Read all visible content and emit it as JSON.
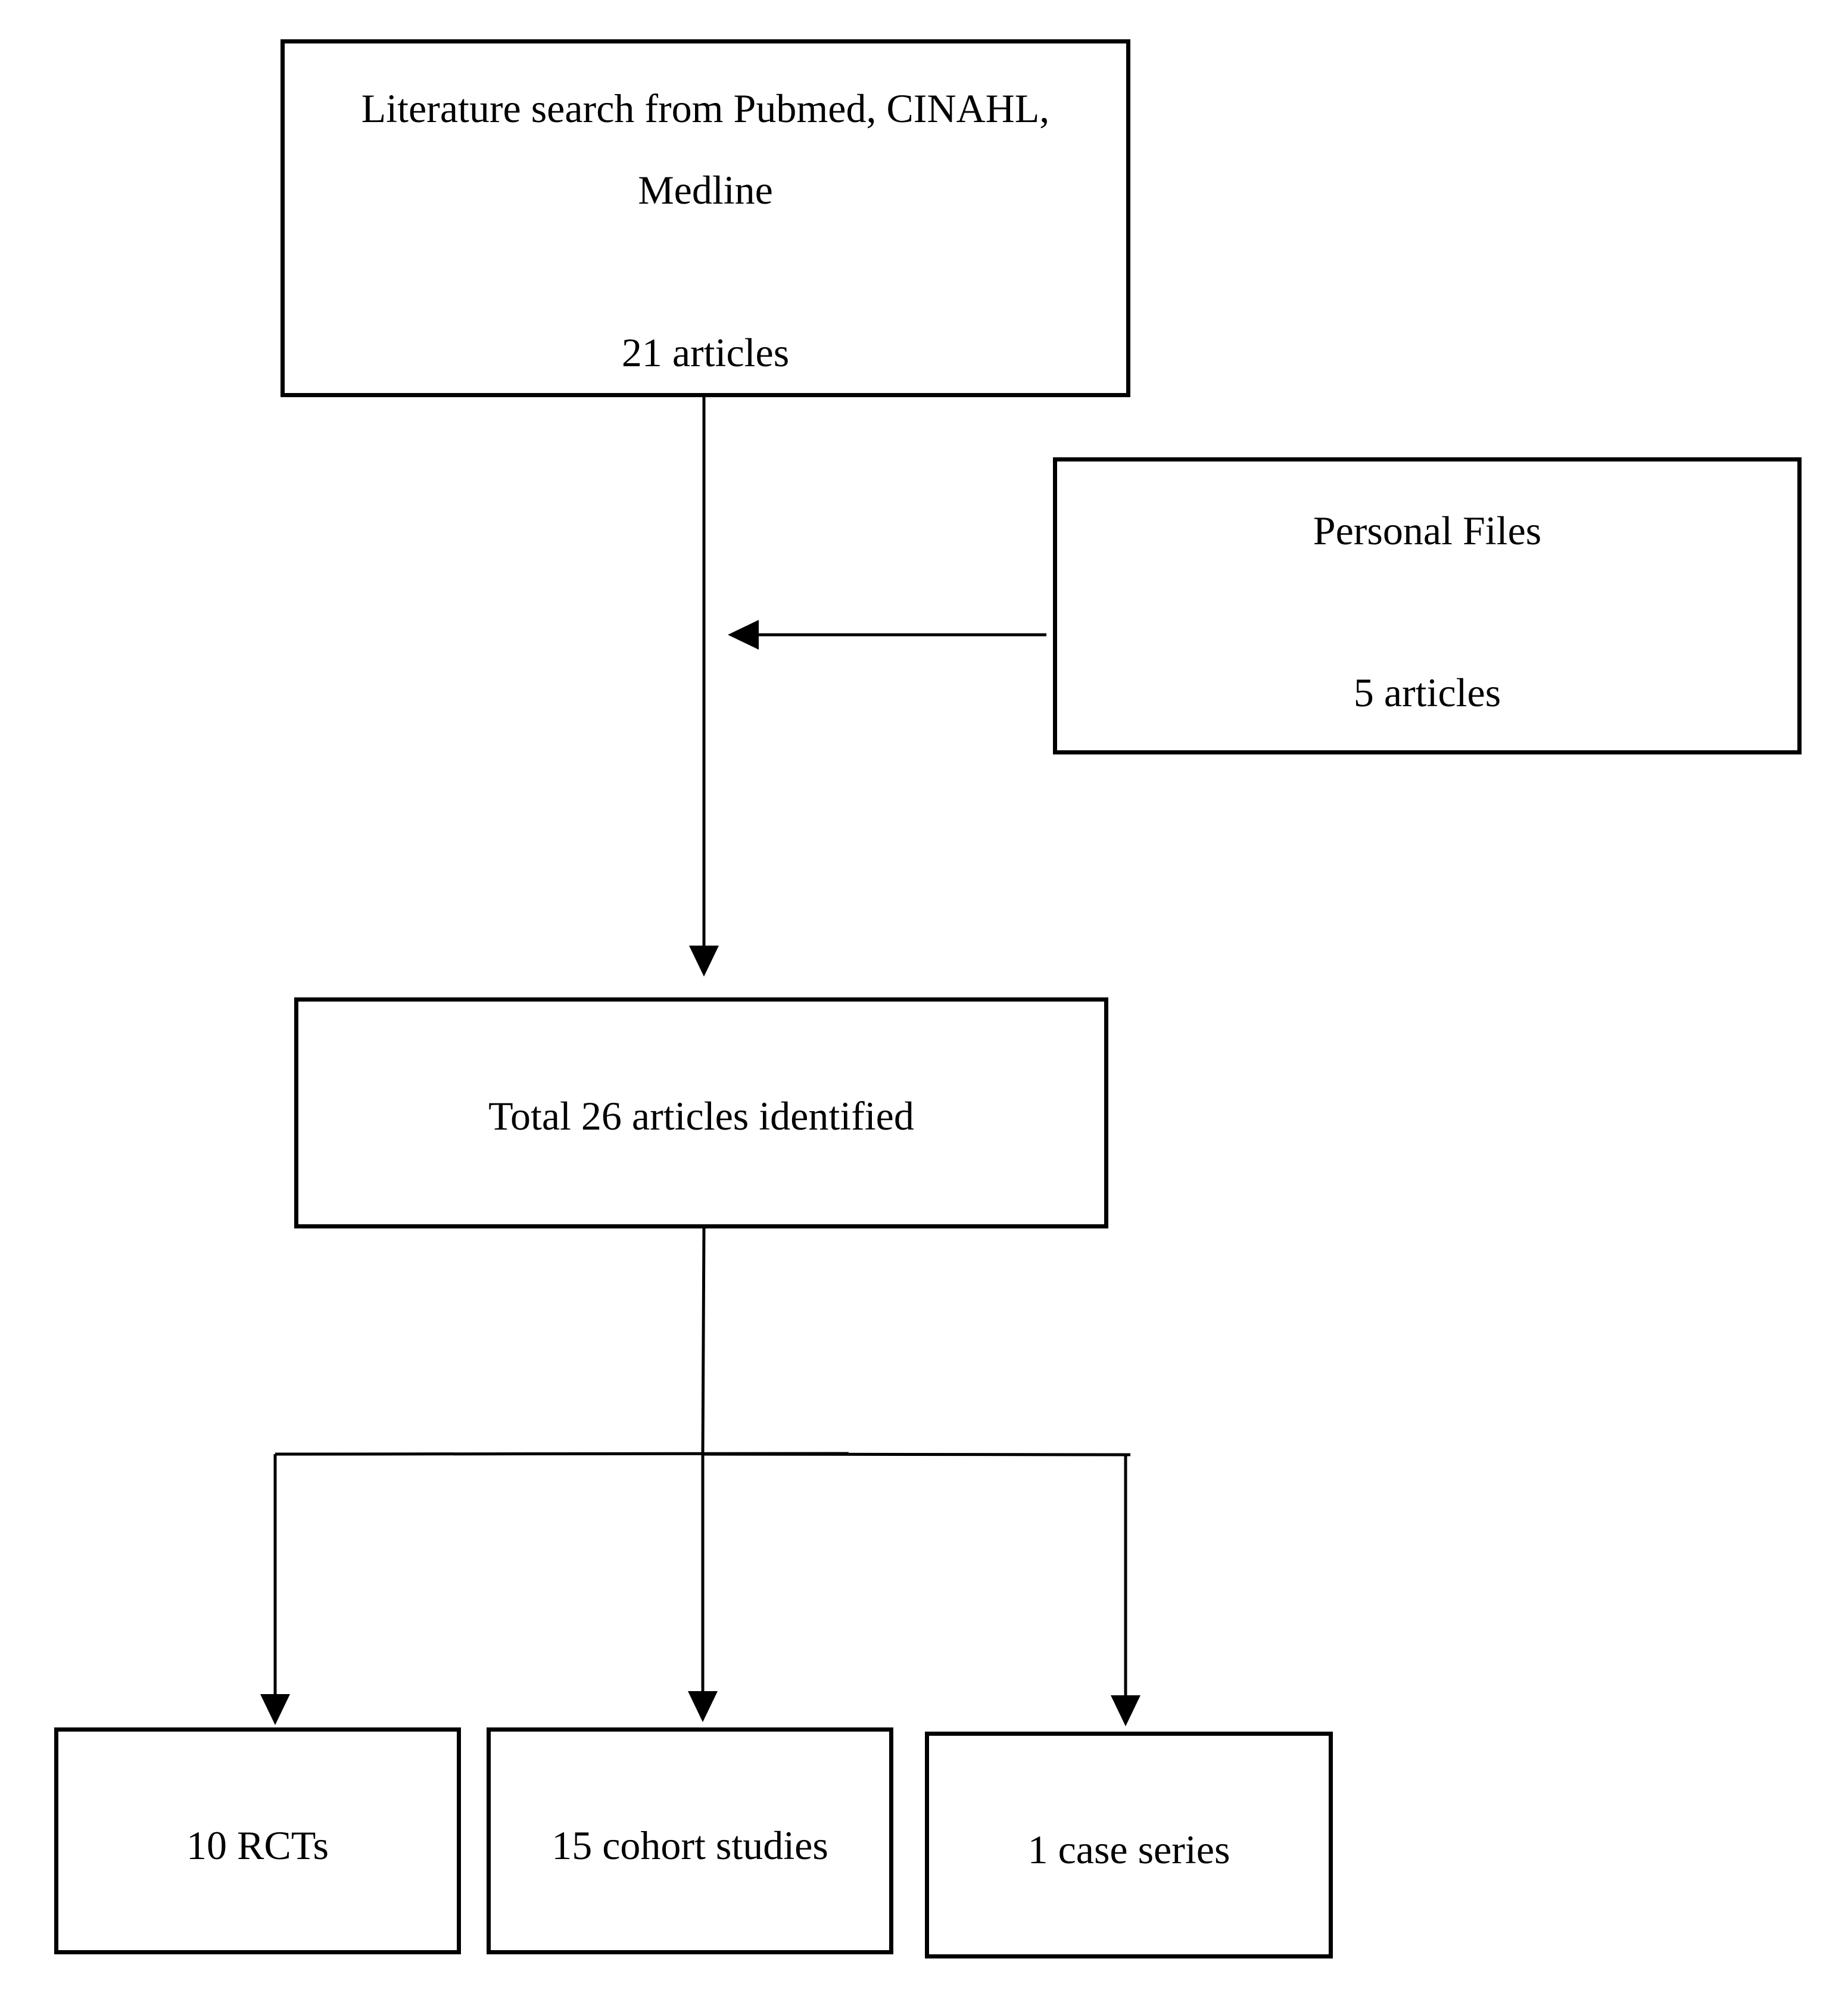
{
  "nodes": {
    "literature_search": {
      "line1": "Literature search from Pubmed, CINAHL,",
      "line2": "Medline",
      "count": "21 articles"
    },
    "personal_files": {
      "title": "Personal Files",
      "count": "5 articles"
    },
    "total": {
      "text": "Total 26 articles identified"
    },
    "rcts": {
      "text": "10 RCTs"
    },
    "cohort": {
      "text": "15 cohort studies"
    },
    "case_series": {
      "text": "1 case series"
    }
  },
  "edges": [
    {
      "from": "literature_search",
      "to": "total"
    },
    {
      "from": "personal_files",
      "to": "total"
    },
    {
      "from": "total",
      "to": "rcts"
    },
    {
      "from": "total",
      "to": "cohort"
    },
    {
      "from": "total",
      "to": "case_series"
    }
  ]
}
